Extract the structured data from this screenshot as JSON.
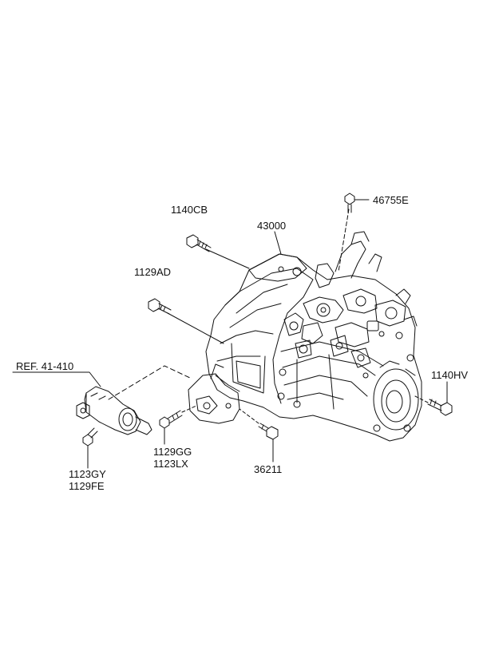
{
  "callouts": {
    "p1140cb": "1140CB",
    "p43000": "43000",
    "p46755e": "46755E",
    "p1129ad": "1129AD",
    "ref": "REF. 41-410",
    "p1140hv": "1140HV",
    "p1129gg": "1129GG",
    "p1123lx": "1123LX",
    "p36211": "36211",
    "p1123gy": "1123GY",
    "p1129fe": "1129FE"
  },
  "colors": {
    "line": "#111111",
    "background": "#ffffff"
  }
}
